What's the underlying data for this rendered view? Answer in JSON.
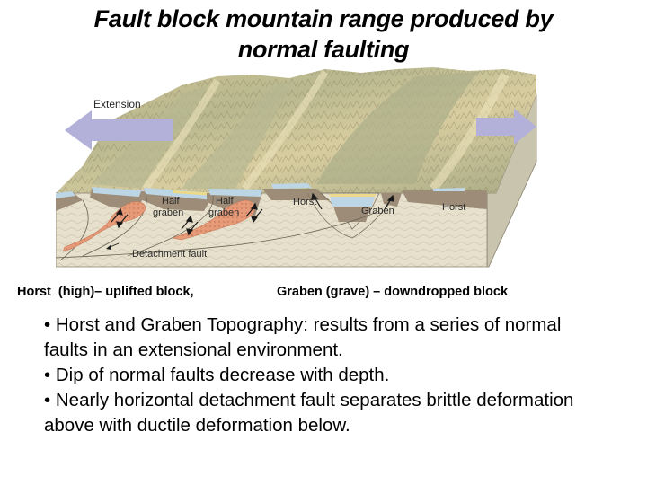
{
  "slide": {
    "title_line1": "Fault block mountain range produced by",
    "title_line2": "normal faulting"
  },
  "diagram": {
    "labels": {
      "extension": "Extension",
      "half_graben_1_top": "Half",
      "half_graben_1_bottom": "graben",
      "half_graben_2_top": "Half",
      "half_graben_2_bottom": "graben",
      "horst_1": "Horst",
      "graben": "Graben",
      "horst_2": "Horst",
      "detachment_fault": "Detachment fault"
    },
    "colors": {
      "arrow": "#b3b0d9",
      "bedrock": "#e6e0cc",
      "sediment_brown": "#9c8c78",
      "water_blue": "#bcd6e6",
      "sand_yellow": "#ecd98a",
      "intrusion_orange": "#e79a78",
      "terrain_light": "#d9cfa2",
      "terrain_green": "#b4b48c"
    }
  },
  "captions": {
    "horst": "Horst  (high)– uplifted block,",
    "graben": "Graben (grave) – downdropped block"
  },
  "bullets": [
    "• Horst and Graben Topography: results from a series of normal faults in an extensional environment.",
    "• Dip of normal faults decrease with depth.",
    "• Nearly horizontal detachment fault separates brittle deformation above with ductile deformation below."
  ]
}
